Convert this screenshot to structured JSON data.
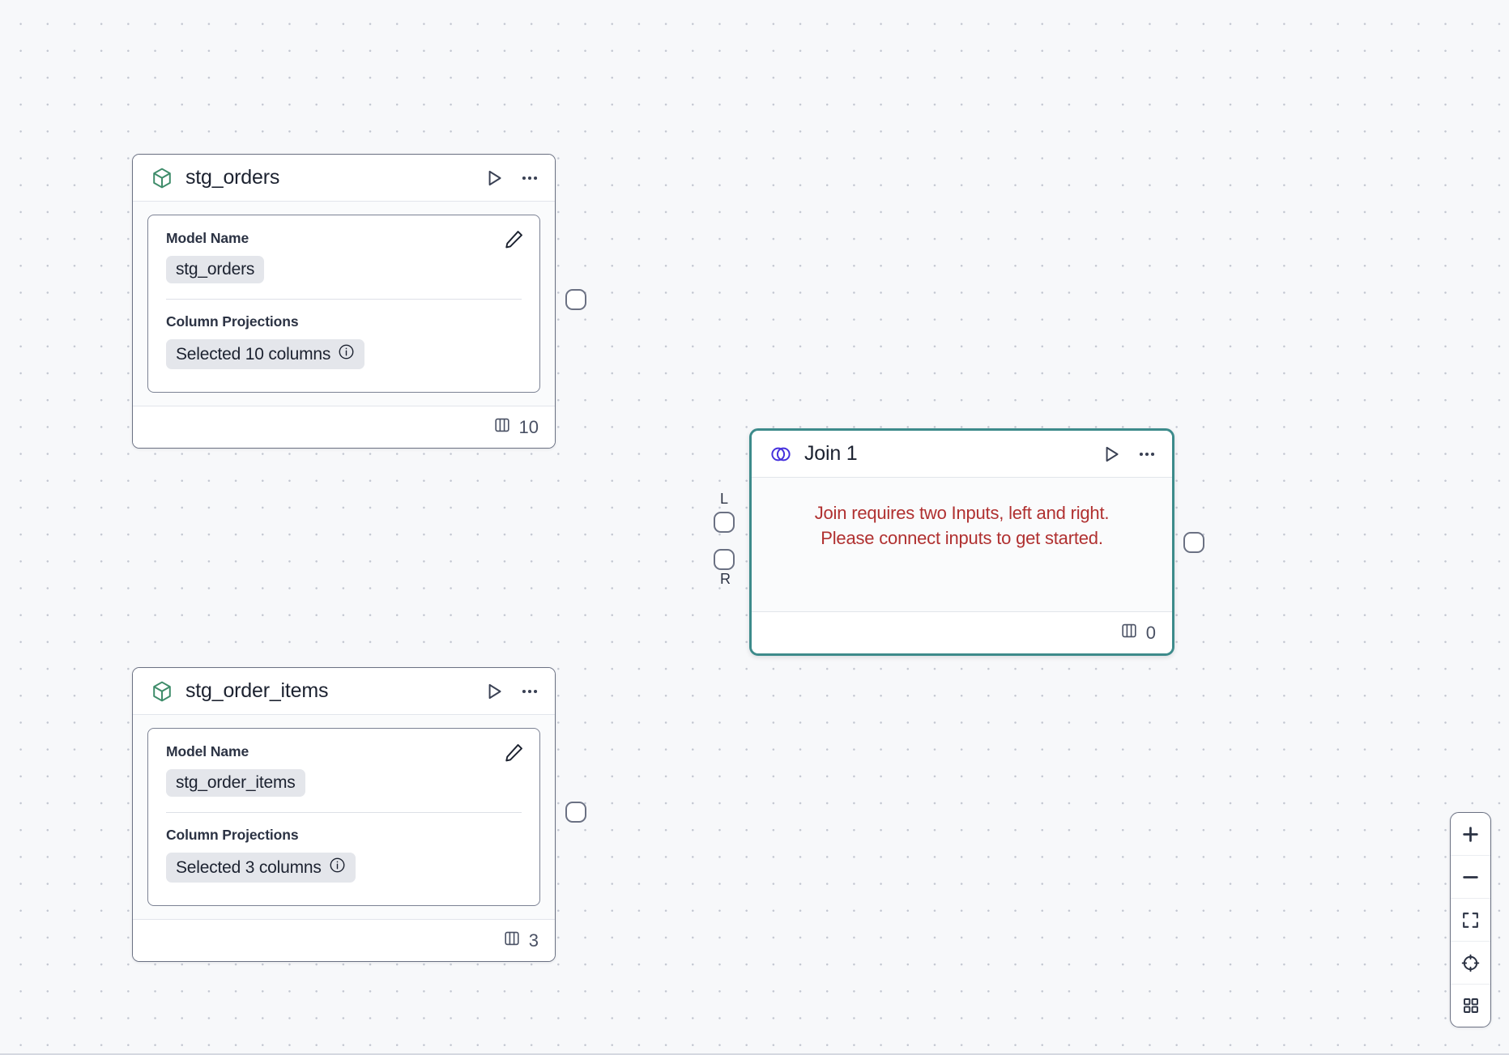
{
  "canvas": {
    "background_color": "#F7F8FA",
    "dot_color": "#C3C7D1"
  },
  "colors": {
    "node_border": "#6B7183",
    "selected_border": "#3D8B8B",
    "model_icon": "#3E8C6A",
    "join_icon": "#4530DD",
    "error_text": "#B03030",
    "chip_bg": "#E4E6EB",
    "text_primary": "#1C2230"
  },
  "nodes": [
    {
      "id": "stg_orders",
      "type": "model",
      "icon": "cube-icon",
      "title": "stg_orders",
      "selected": false,
      "fields": [
        {
          "label": "Model Name",
          "value": "stg_orders"
        },
        {
          "label": "Column Projections",
          "value": "Selected 10 columns",
          "info_icon": "info-icon"
        }
      ],
      "footer": {
        "icon": "columns-icon",
        "count": "10"
      },
      "actions": {
        "run": "run-icon",
        "more": "more-options-icon",
        "edit": "edit-pencil-icon"
      },
      "ports": {
        "output": "output-port"
      }
    },
    {
      "id": "join_1",
      "type": "join",
      "icon": "venn-diagram-icon",
      "title": "Join 1",
      "selected": true,
      "error": {
        "line1": "Join requires two Inputs, left and right.",
        "line2": "Please connect inputs to get started."
      },
      "footer": {
        "icon": "columns-icon",
        "count": "0"
      },
      "actions": {
        "run": "run-icon",
        "more": "more-options-icon"
      },
      "ports": {
        "input_left": "L",
        "input_right": "R",
        "output": "output-port"
      }
    },
    {
      "id": "stg_order_items",
      "type": "model",
      "icon": "cube-icon",
      "title": "stg_order_items",
      "selected": false,
      "fields": [
        {
          "label": "Model Name",
          "value": "stg_order_items"
        },
        {
          "label": "Column Projections",
          "value": "Selected 3 columns",
          "info_icon": "info-icon"
        }
      ],
      "footer": {
        "icon": "columns-icon",
        "count": "3"
      },
      "actions": {
        "run": "run-icon",
        "more": "more-options-icon",
        "edit": "edit-pencil-icon"
      },
      "ports": {
        "output": "output-port"
      }
    }
  ],
  "zoom_controls": {
    "buttons": [
      {
        "name": "zoom-in-button",
        "icon": "plus-icon"
      },
      {
        "name": "zoom-out-button",
        "icon": "minus-icon"
      },
      {
        "name": "fit-view-button",
        "icon": "fit-screen-icon"
      },
      {
        "name": "recenter-button",
        "icon": "crosshair-icon"
      },
      {
        "name": "toggle-grid-button",
        "icon": "grid-icon"
      }
    ]
  }
}
